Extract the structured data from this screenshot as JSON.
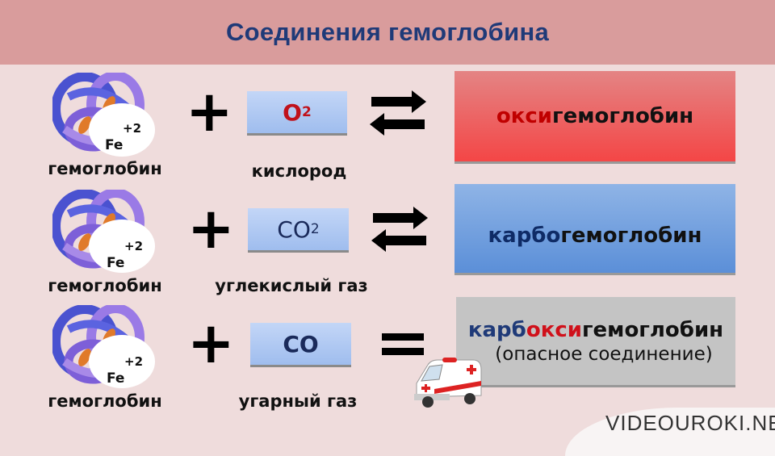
{
  "title": "Соединения гемоглобина",
  "rows": [
    {
      "protein_label": "гемоглобин",
      "fe": "Fe",
      "charge": "+2",
      "operator": "+",
      "molecule": "O",
      "molecule_sub": "2",
      "molecule_color": "#c0111b",
      "molecule_label": "кислород",
      "relation": "reversible-arrows",
      "result_prefix": "окси",
      "result_prefix_color": "#c00000",
      "result_main": "гемоглобин",
      "result_note": ""
    },
    {
      "protein_label": "гемоглобин",
      "fe": "Fe",
      "charge": "+2",
      "operator": "+",
      "molecule": "CO",
      "molecule_sub": "2",
      "molecule_color": "#1a2a5a",
      "molecule_label": "углекислый газ",
      "relation": "reversible-arrows",
      "result_prefix": "карбо",
      "result_prefix_color": "#0f2b66",
      "result_main": "гемоглобин",
      "result_note": ""
    },
    {
      "protein_label": "гемоглобин",
      "fe": "Fe",
      "charge": "+2",
      "operator": "+",
      "molecule": "CO",
      "molecule_sub": "",
      "molecule_color": "#1a2a5a",
      "molecule_label": "угарный газ",
      "relation": "equals",
      "result_prefix": "карб",
      "result_prefix_color": "#1f3a78",
      "result_mid": "окси",
      "result_mid_color": "#d0101a",
      "result_main": "гемоглобин",
      "result_note": "(опасное соединение)"
    }
  ],
  "logo": "VIDEOUROKI.NET"
}
